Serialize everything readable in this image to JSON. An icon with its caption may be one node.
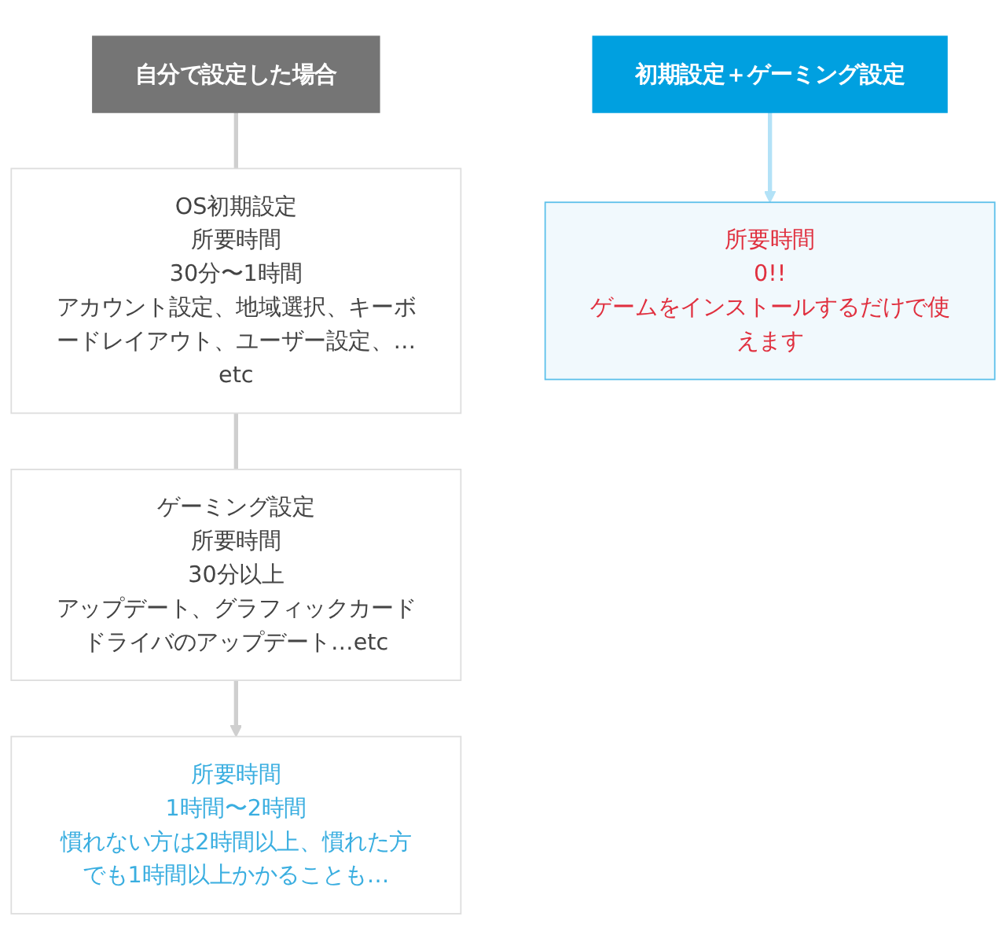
{
  "diagram": {
    "nodes": [
      {
        "text": [
          "自分で設定した場合"
        ]
      },
      {
        "text": [
          "OS初期設定",
          "所要時間",
          "30分〜1時間",
          "アカウント設定、地域選択、キーボードレイアウト、ユーザー設定、…etc"
        ]
      },
      {
        "text": [
          "ゲーミング設定",
          "所要時間",
          "30分以上",
          "アップデート、グラフィックカードドライバのアップデート…etc"
        ]
      },
      {
        "text": [
          "所要時間",
          "1時間〜2時間",
          "慣れない方は2時間以上、慣れた方でも1時間以上かかることも…"
        ]
      },
      {
        "text": [
          "初期設定＋ゲーミング設定"
        ]
      },
      {
        "text": [
          "所要時間",
          "0!!",
          "ゲームをインストールするだけで使えます"
        ]
      }
    ],
    "edges": [
      {
        "from": 0,
        "to": 1,
        "arrow": "none"
      },
      {
        "from": 1,
        "to": 2,
        "arrow": "none"
      },
      {
        "from": 2,
        "to": 3,
        "arrow": "to"
      },
      {
        "from": 4,
        "to": 5,
        "arrow": "to",
        "color": "#b3e2f7"
      }
    ]
  }
}
